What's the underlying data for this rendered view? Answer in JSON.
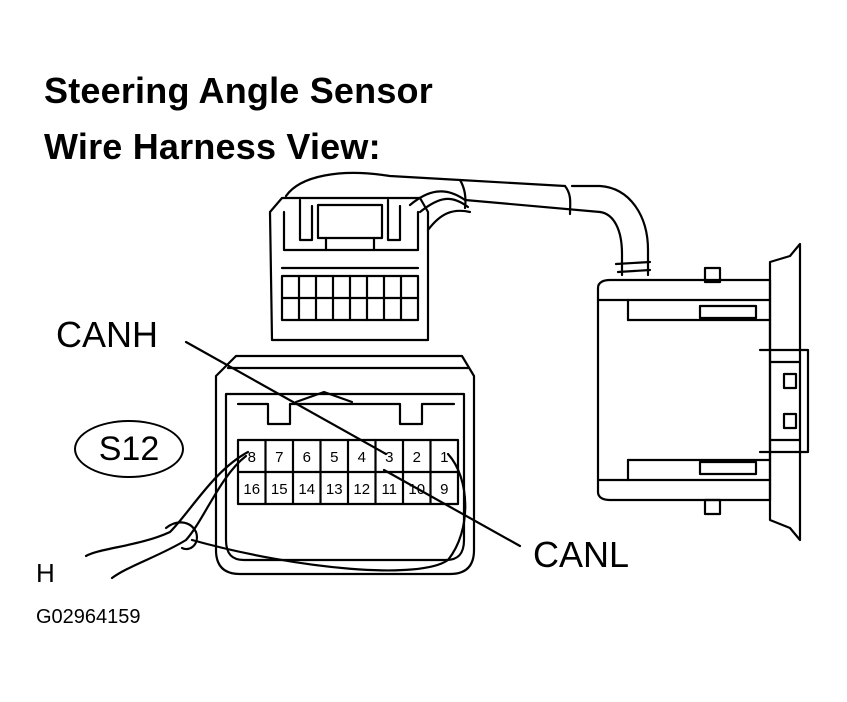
{
  "title": {
    "line1": "Steering Angle Sensor",
    "line2": "Wire Harness View:"
  },
  "connector": {
    "code": "S12",
    "pins_top": [
      "8",
      "7",
      "6",
      "5",
      "4",
      "3",
      "2",
      "1"
    ],
    "pins_bottom": [
      "16",
      "15",
      "14",
      "13",
      "12",
      "11",
      "10",
      "9"
    ]
  },
  "callouts": {
    "canh": "CANH",
    "canl": "CANL",
    "harness_side": "H"
  },
  "figure_id": "G02964159"
}
